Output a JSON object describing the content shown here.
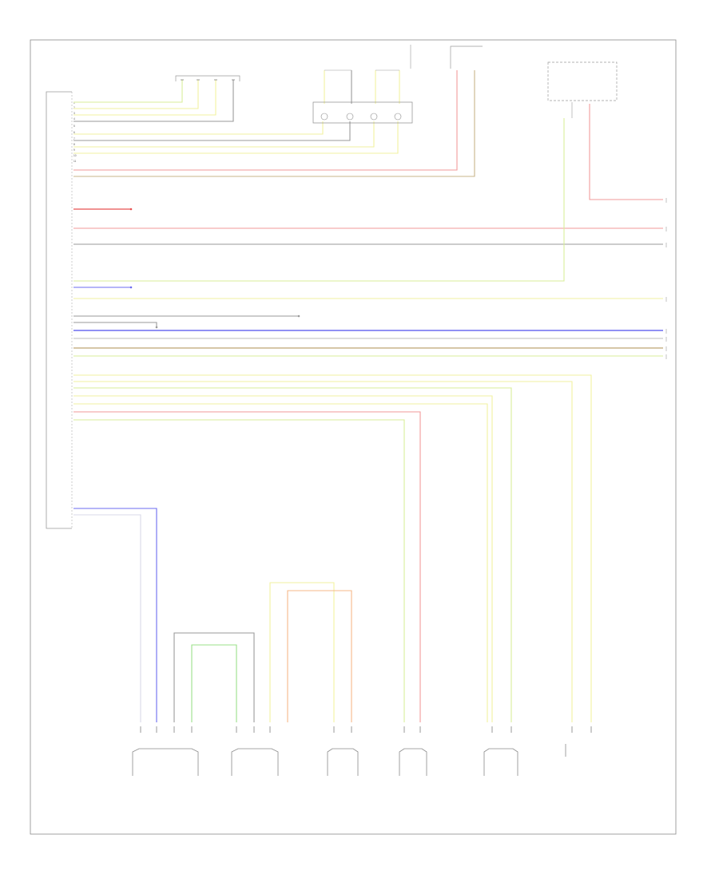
{
  "title": "",
  "main_module": {
    "label_lines": [
      "",
      "",
      "",
      "",
      "",
      ""
    ]
  },
  "top_components": [
    {
      "id": "c1",
      "label_lines": [
        "",
        "",
        "",
        "",
        ""
      ]
    },
    {
      "id": "c2",
      "label_lines": [
        "",
        "",
        ""
      ]
    },
    {
      "id": "c3",
      "label_lines": [
        "",
        "",
        "",
        ""
      ]
    },
    {
      "id": "c4",
      "label_lines": [
        "",
        "",
        "",
        "",
        ""
      ]
    }
  ],
  "bottom_components": [
    {
      "id": "b1",
      "label_lines": [
        "",
        "",
        "",
        "",
        ""
      ]
    },
    {
      "id": "b2",
      "label_lines": [
        "",
        "",
        "",
        "",
        ""
      ]
    },
    {
      "id": "b3",
      "label_lines": [
        "",
        "",
        "",
        "",
        ""
      ]
    },
    {
      "id": "b4",
      "label_lines": [
        "",
        "",
        "",
        ""
      ]
    },
    {
      "id": "b5",
      "label_lines": [
        "",
        "",
        "",
        ""
      ]
    },
    {
      "id": "b6",
      "label_lines": [
        "",
        "",
        "",
        "",
        ""
      ]
    }
  ],
  "wire_colors": {
    "yellow_green": "#d8ee9a",
    "yellow": "#f2f2a0",
    "gray": "#9a9a9a",
    "light_gray": "#bdbdbd",
    "red": "#f29a9a",
    "bright_red": "#e85050",
    "green": "#9be08a",
    "blue": "#6b6bf0",
    "brown": "#c8b48a",
    "orange": "#f5b98a",
    "outline": "#8a8a8a"
  },
  "footer_code": ""
}
